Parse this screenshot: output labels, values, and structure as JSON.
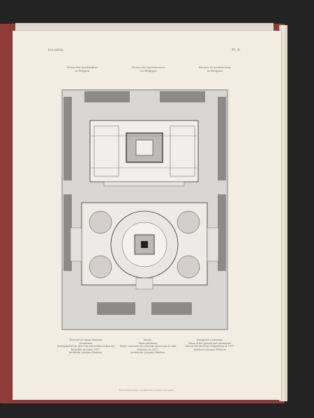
{
  "page": {
    "header_left": "1re série.",
    "header_right": "Pl. 8."
  },
  "titles": [
    [
      "Revue für Architektur",
      "in Belgien"
    ],
    [
      "Revue de l'architecture",
      "en Belgique"
    ],
    [
      "Review of architecture",
      "in Belgium"
    ]
  ],
  "captions": [
    [
      "Entwurf zu einem Museum",
      "Grundrisse",
      "Preisgekrönt bei den Concurswettbewerben der Stadt",
      "Bruxelles im Jahre 1877.",
      "Architekt: Jacques Winders."
    ],
    [
      "Musée.",
      "Plans généraux",
      "Projet couronné au concours ouvert par la ville",
      "d'Anvers en 1877.",
      "Architecte: Jacques Winders."
    ],
    [
      "Design for a museum.",
      "Plans of the ground and mezzanine.",
      "Was at the Antwerp competition of 1877.",
      "Architect: Jacques Winders."
    ]
  ],
  "imprint": "Photolithographie von Mauriès & Tessier, Bruxelles.",
  "colors": {
    "cover": "#8f3b3b",
    "paper": "#f1ede3",
    "plate_bg": "#dcdad4",
    "ink": "#3a3a3a"
  }
}
